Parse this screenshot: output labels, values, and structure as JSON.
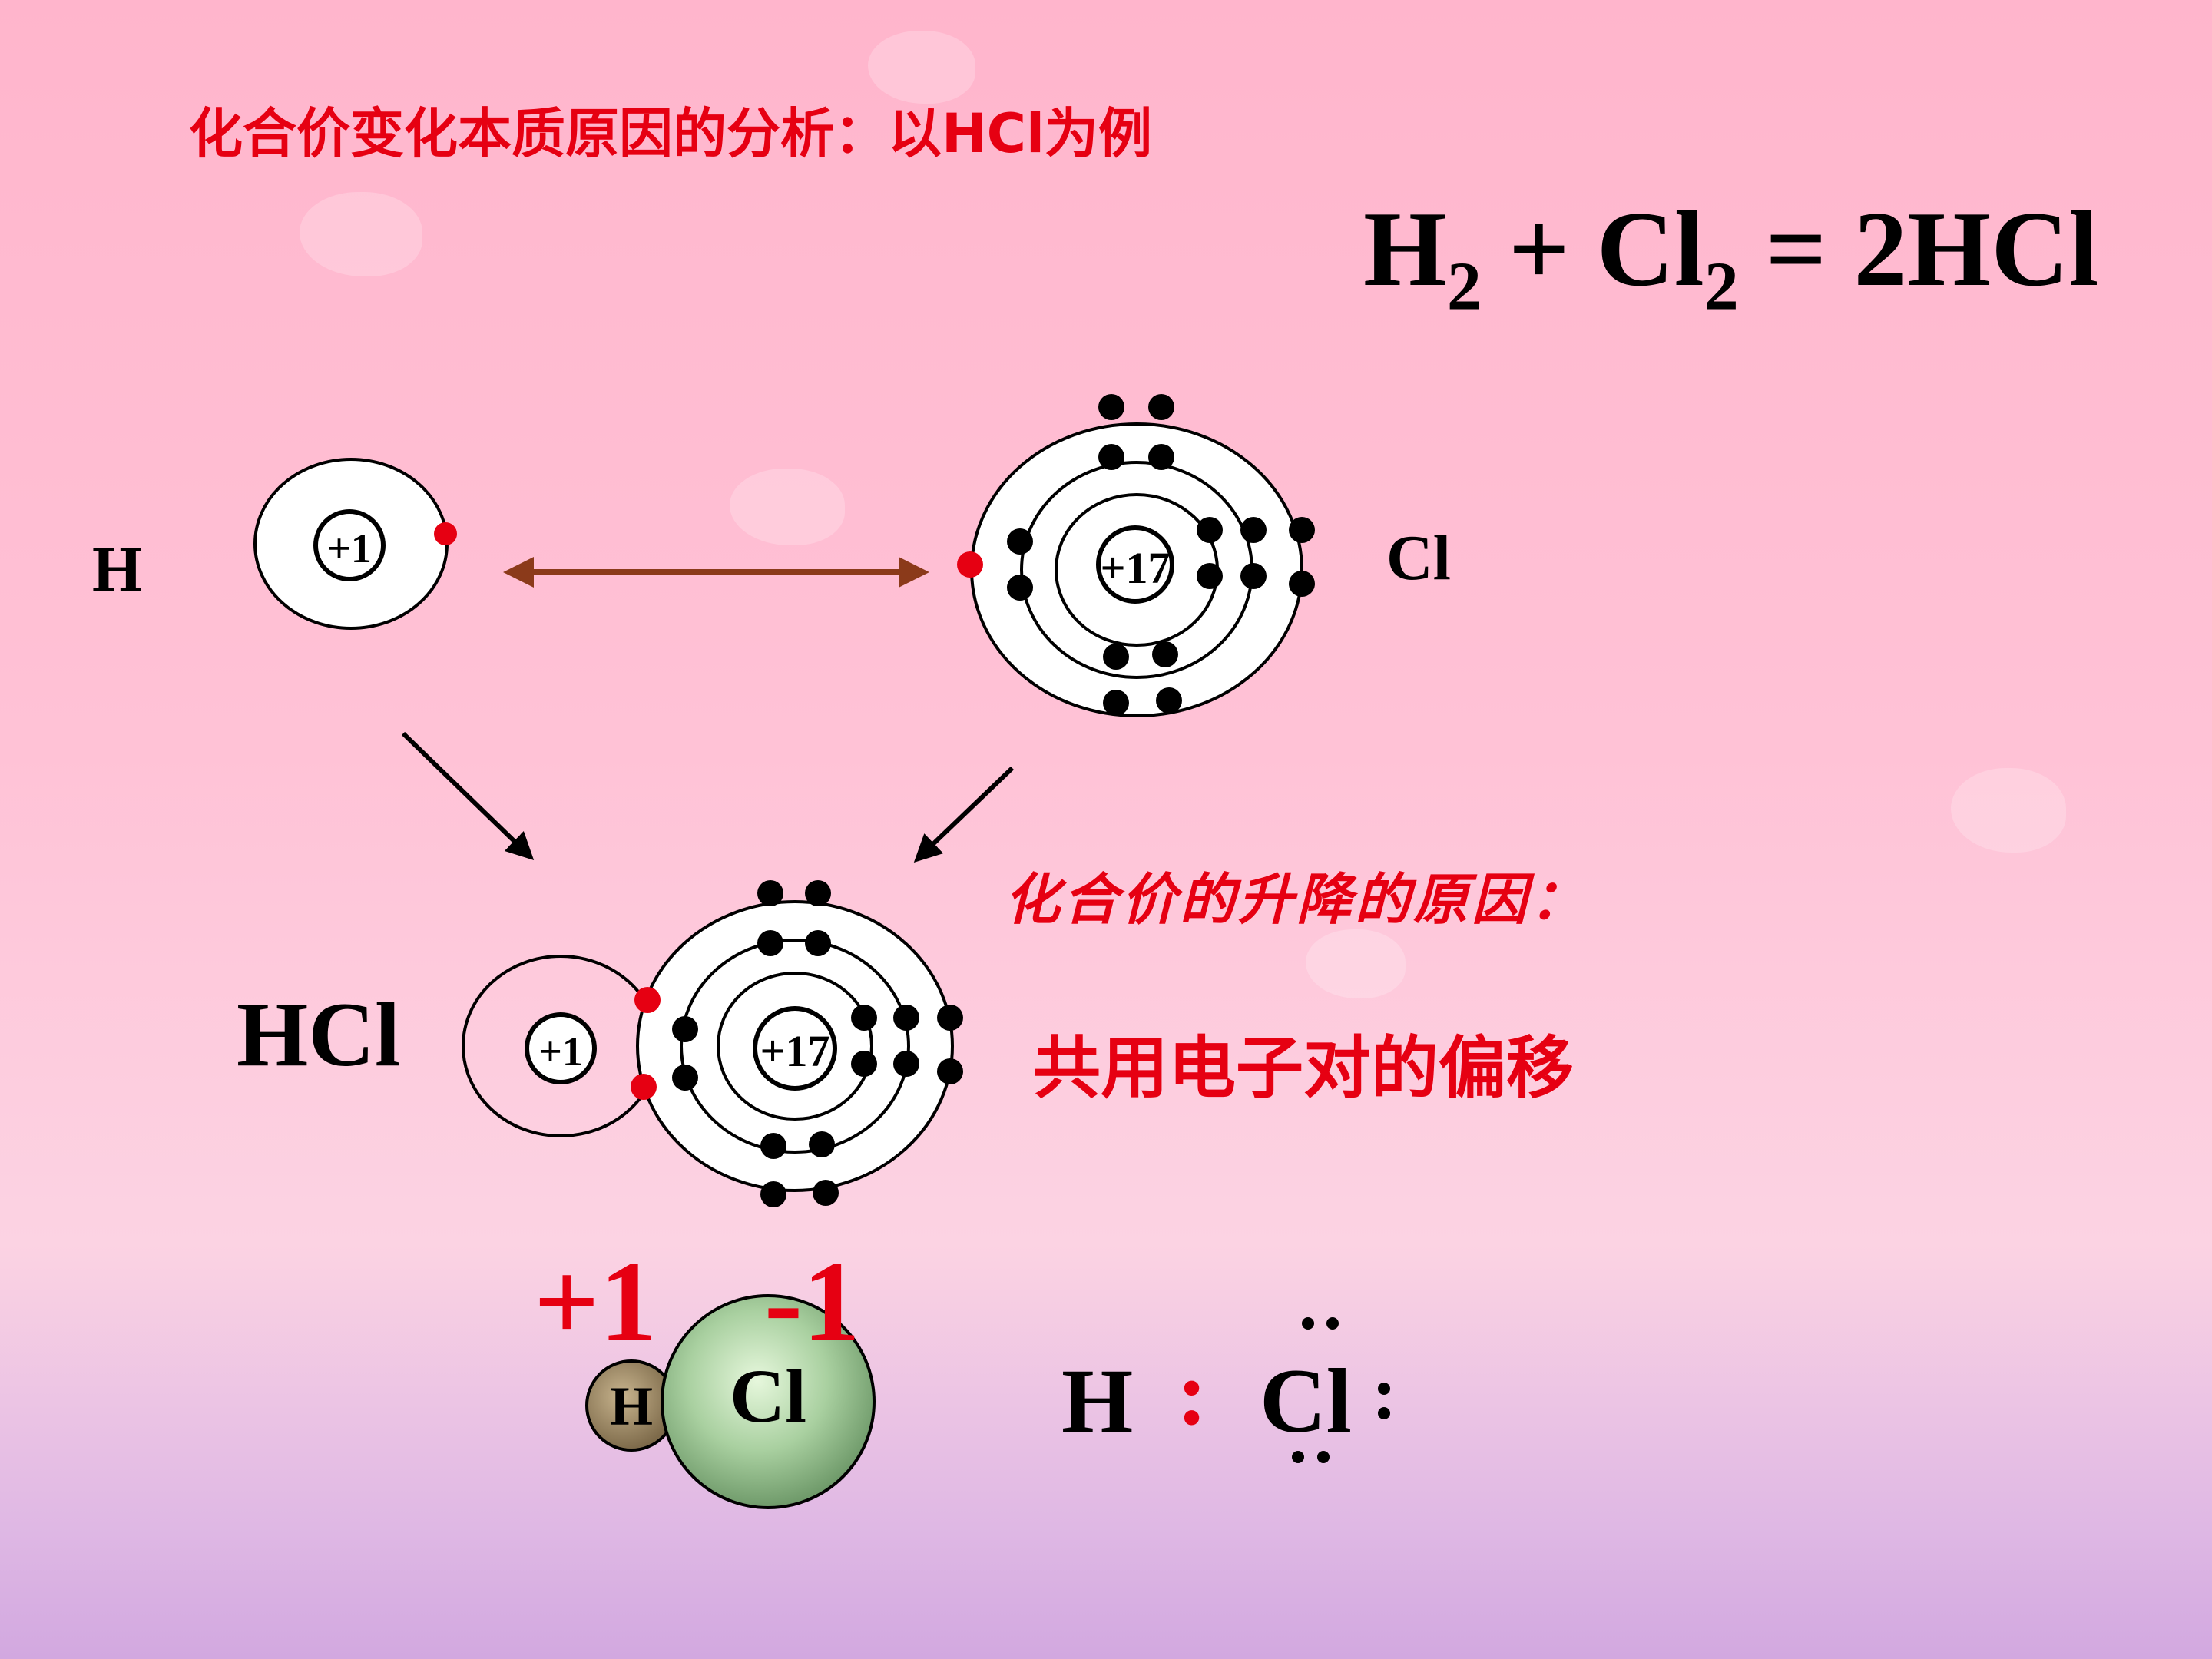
{
  "title": "化合价变化本质原因的分析：以HCl为例",
  "equation": {
    "h": "H",
    "h_sub": "2",
    "plus": " + Cl",
    "cl_sub": "2",
    "rhs": " = 2HCl"
  },
  "atoms": {
    "h_label": "H",
    "h_nucleus": "+1",
    "cl_label": "Cl",
    "cl_nucleus": "+17",
    "hcl_label": "HCl",
    "hcl_h_nucleus": "+1",
    "hcl_cl_nucleus": "+17"
  },
  "notes": {
    "reason_heading": "化合价的升降的原因：",
    "reason_text": "共用电子对的偏移"
  },
  "oxidation": {
    "h": "+1",
    "cl": "-1"
  },
  "model": {
    "h": "H",
    "cl": "Cl"
  },
  "lewis": {
    "h": "H",
    "colon": ":",
    "cl": "Cl"
  },
  "colors": {
    "accent": "#e60012",
    "arrow": "#8b3a1a",
    "electron": "#000000",
    "valence_electron": "#e60012"
  }
}
